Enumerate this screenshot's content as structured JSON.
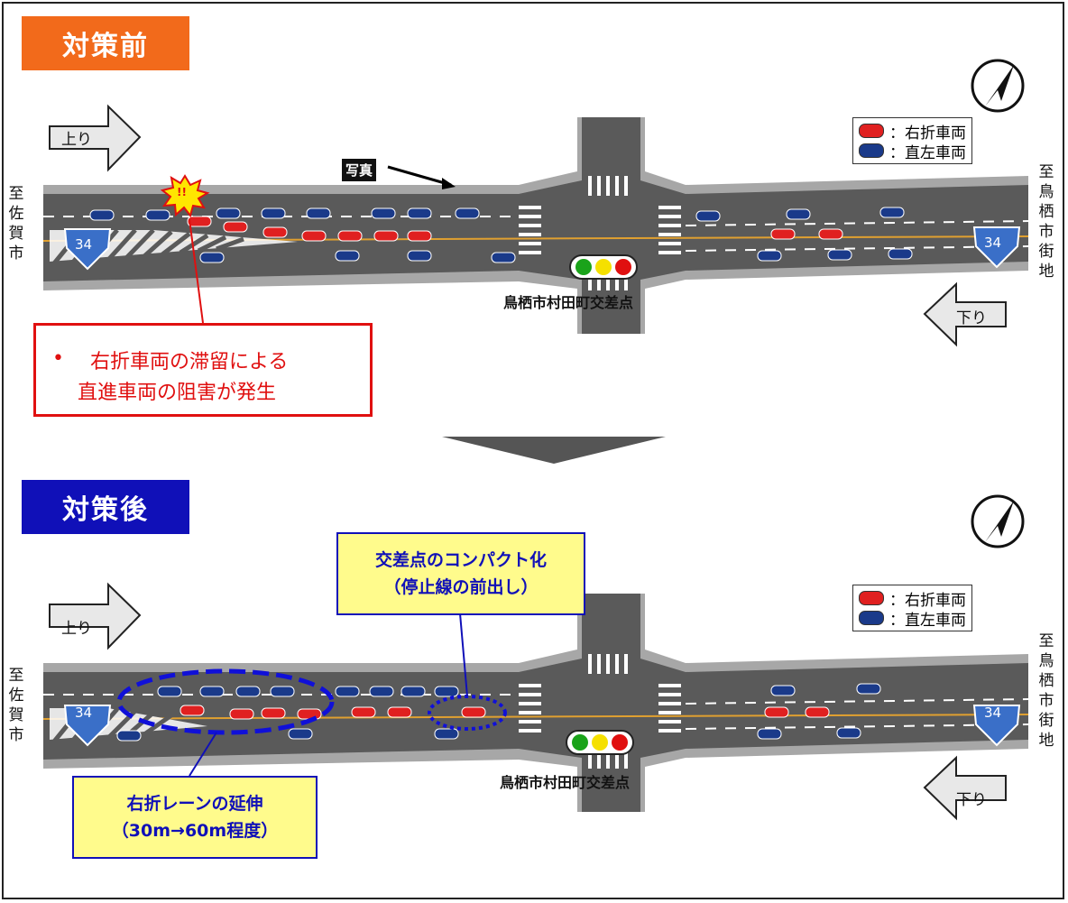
{
  "before": {
    "title": "対策前",
    "direction_up": "上り",
    "direction_down": "下り",
    "to_left": [
      "至",
      "佐",
      "賀",
      "市"
    ],
    "to_right": [
      "至",
      "鳥",
      "栖",
      "市",
      "街",
      "地"
    ],
    "legend": {
      "right_turn": "：右折車両",
      "straight_left": "：直左車両"
    },
    "route_number": "34",
    "junction_name": "鳥栖市村田町交差点",
    "photo_label": "写真",
    "warning_mark": "!!",
    "issue_bullet": "•",
    "issue_line1": "右折車両の滞留による",
    "issue_line2": "直進車両の阻害が発生"
  },
  "after": {
    "title": "対策後",
    "direction_up": "上り",
    "direction_down": "下り",
    "to_left": [
      "至",
      "佐",
      "賀",
      "市"
    ],
    "to_right": [
      "至",
      "鳥",
      "栖",
      "市",
      "街",
      "地"
    ],
    "legend": {
      "right_turn": "：右折車両",
      "straight_left": "：直左車両"
    },
    "route_number": "34",
    "junction_name": "鳥栖市村田町交差点",
    "callout_compact_line1": "交差点のコンパクト化",
    "callout_compact_line2": "（停止線の前出し）",
    "callout_extend_line1": "右折レーンの延伸",
    "callout_extend_line2": "（30m→60m程度）"
  },
  "colors": {
    "before_title_bg": "#f26a1b",
    "after_title_bg": "#1010b8",
    "road": "#5a5a5a",
    "right_turn_car": "#e02020",
    "straight_car": "#1a3a8a",
    "issue_border": "#e01010",
    "callout_bg": "#fffb8c",
    "callout_border": "#1010b8",
    "signal": [
      "#1aa31a",
      "#f5e000",
      "#e01010"
    ]
  },
  "icons": {
    "compass": "north-arrow-icon",
    "route_shield": "route-shield-icon",
    "signal": "traffic-signal-icon",
    "direction": "direction-arrow-icon"
  }
}
